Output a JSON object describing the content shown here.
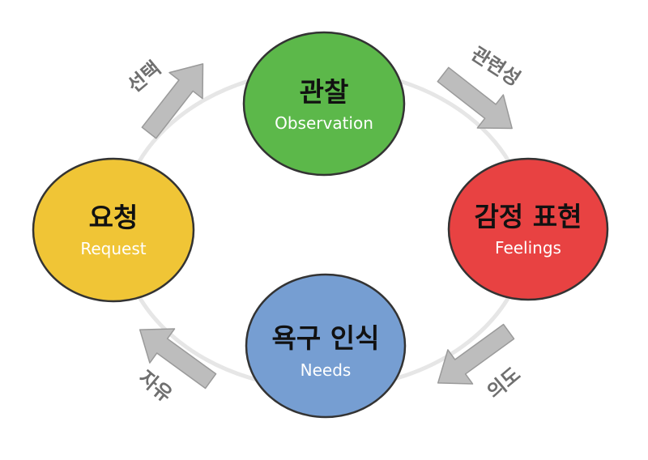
{
  "nodes": [
    {
      "id": "observation",
      "title": "관찰",
      "subtitle": "Observation",
      "color": "#5cb84a"
    },
    {
      "id": "feelings",
      "title": "감정 표현",
      "subtitle": "Feelings",
      "color": "#e84242"
    },
    {
      "id": "needs",
      "title": "욕구 인식",
      "subtitle": "Needs",
      "color": "#769ed2"
    },
    {
      "id": "request",
      "title": "요청",
      "subtitle": "Request",
      "color": "#f0c536"
    }
  ],
  "arrows": [
    {
      "id": "choice",
      "label": "선택"
    },
    {
      "id": "relevance",
      "label": "관련성"
    },
    {
      "id": "intention",
      "label": "의도"
    },
    {
      "id": "freedom",
      "label": "자유"
    }
  ],
  "colors": {
    "ring": "#e6e6e6",
    "arrow_fill": "#bdbdbd",
    "arrow_stroke": "#9a9a9a",
    "node_outline": "#333333"
  }
}
